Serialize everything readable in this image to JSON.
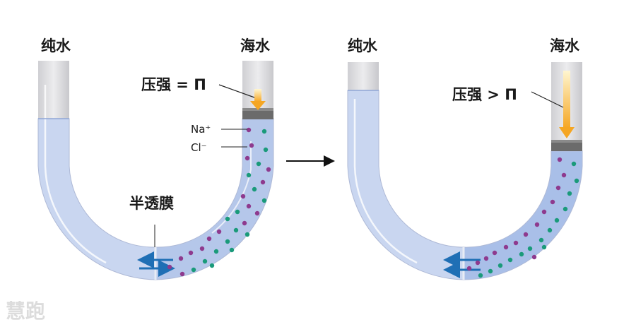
{
  "left_panel": {
    "left_label": "纯水",
    "right_label": "海水",
    "pressure_label": "压强 = Π",
    "ion_na": "Na⁺",
    "ion_cl": "Cl⁻",
    "membrane_label": "半透膜"
  },
  "right_panel": {
    "left_label": "纯水",
    "right_label": "海水",
    "pressure_label": "压强 > Π"
  },
  "watermark": "慧跑",
  "colors": {
    "water": "#c9d6f0",
    "seawater": "#9fb8e6",
    "tube_glass": "#d8d8da",
    "piston": "#6b6b6b",
    "arrow_pressure": "#f5a623",
    "flow_arrow": "#1f6fb5",
    "na_ion": "#8e3a8e",
    "cl_ion": "#1a9a7a"
  }
}
